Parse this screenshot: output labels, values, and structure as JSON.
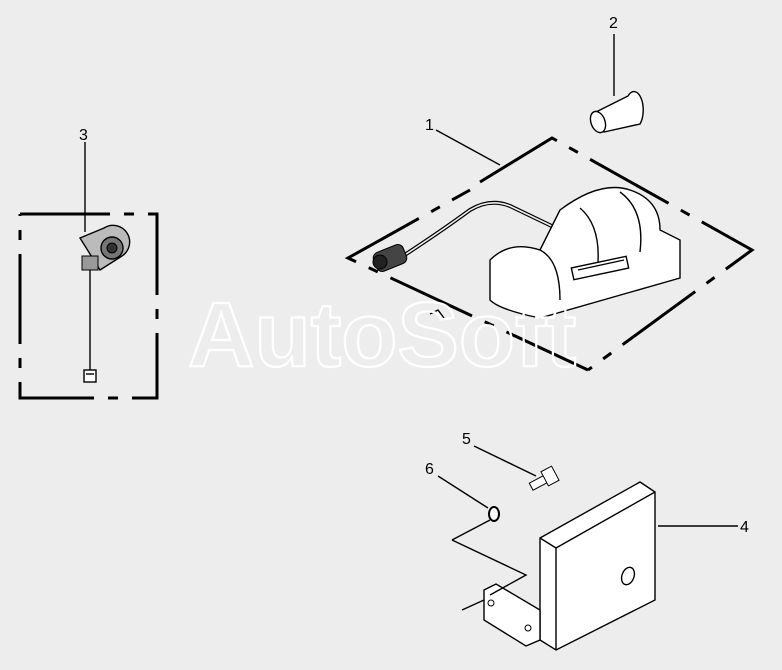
{
  "watermark": "AutoSoft",
  "callouts": [
    {
      "id": "1",
      "label": "1"
    },
    {
      "id": "2",
      "label": "2"
    },
    {
      "id": "3",
      "label": "3"
    },
    {
      "id": "4",
      "label": "4"
    },
    {
      "id": "5",
      "label": "5"
    },
    {
      "id": "6",
      "label": "6"
    }
  ],
  "colors": {
    "background": "#ededed",
    "line": "#000000",
    "watermark": "#ffffff"
  }
}
